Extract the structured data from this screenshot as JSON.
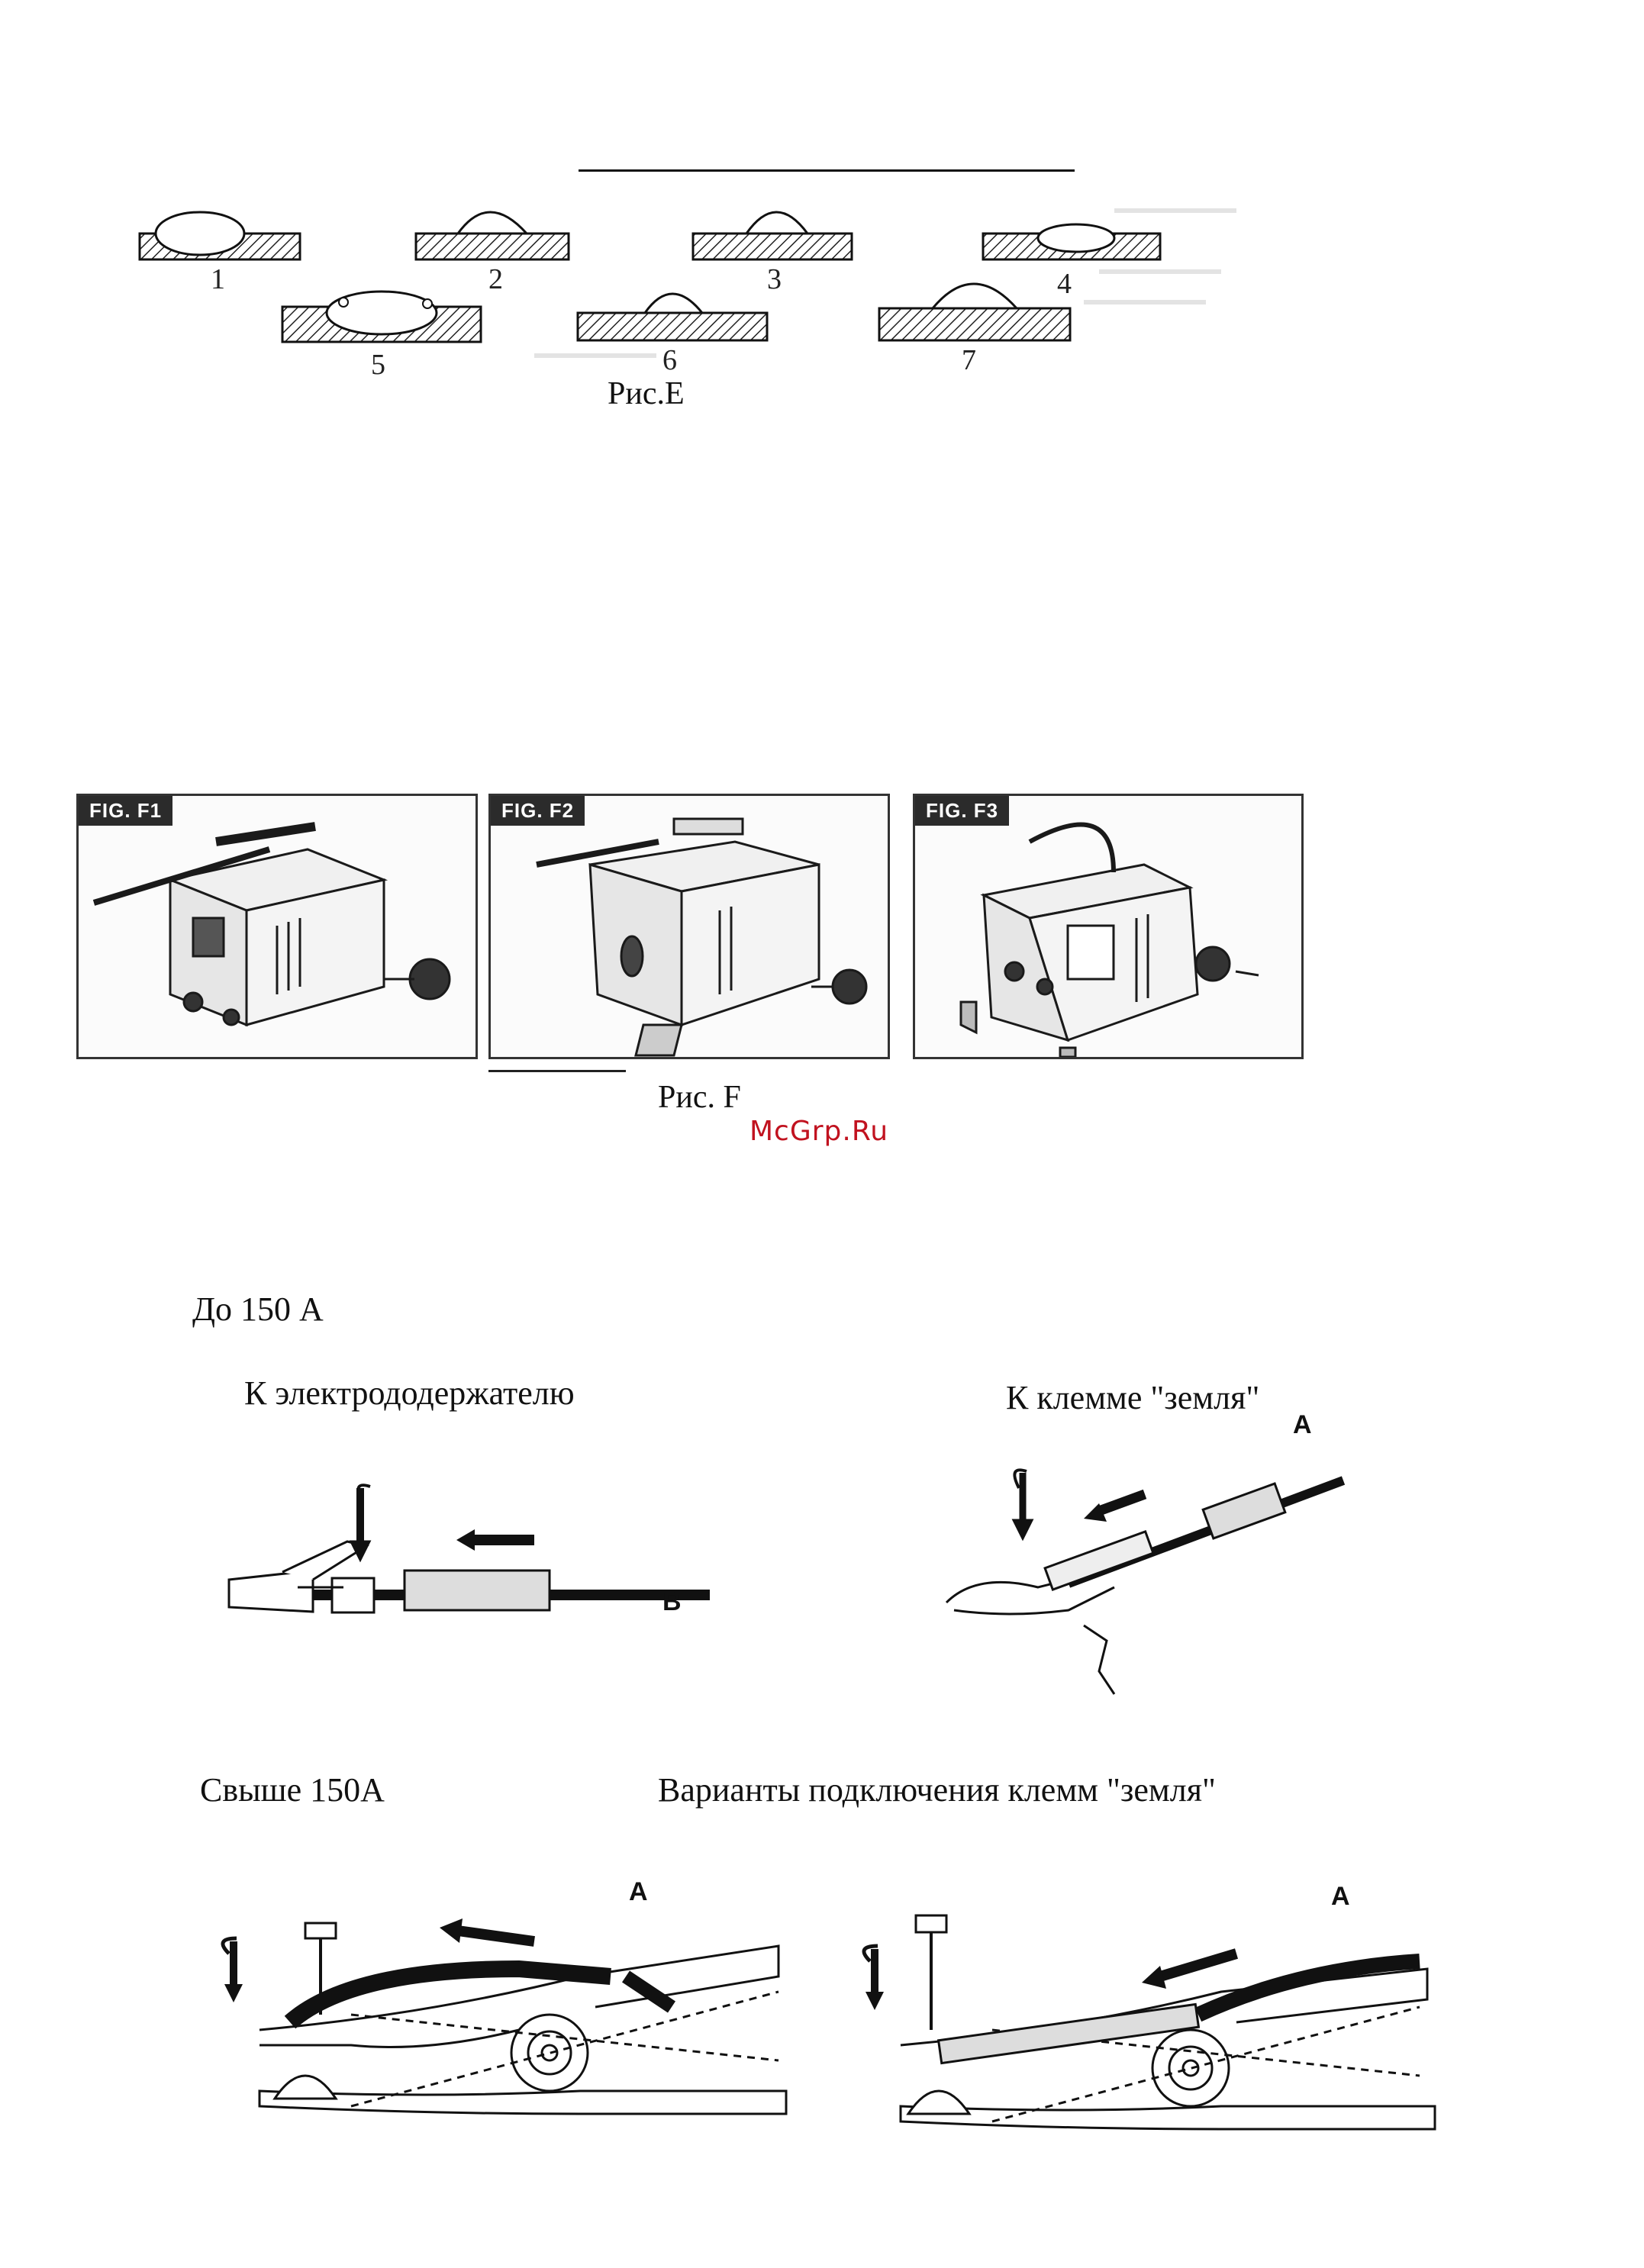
{
  "fig_e": {
    "caption": "Рис.E",
    "beads": [
      "1",
      "2",
      "3",
      "4",
      "5",
      "6",
      "7"
    ]
  },
  "fig_f": {
    "caption": "Рис. F",
    "panels": [
      "FIG. F1",
      "FIG. F2",
      "FIG. F3"
    ]
  },
  "watermark": "McGrp.Ru",
  "section_low": {
    "title": "До 150 А",
    "electrode_holder_label": "К электрододержателю",
    "ground_clamp_label": "К  клемме \"земля\"",
    "cable_b": "B",
    "cable_a": "A"
  },
  "section_high": {
    "title": "Свыше 150А",
    "variants_label": "Варианты подключения клемм \"земля\"",
    "cable_a_left": "A",
    "cable_a_right": "A"
  }
}
